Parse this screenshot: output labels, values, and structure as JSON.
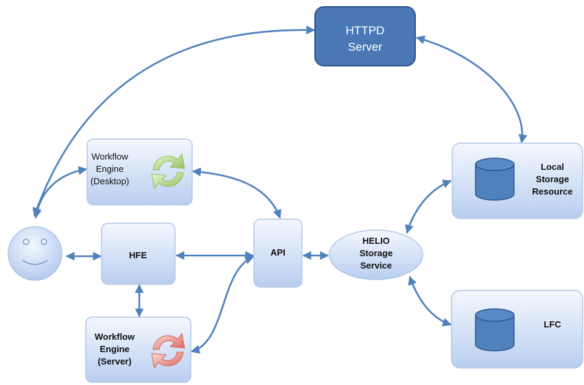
{
  "nodes": {
    "httpd": {
      "line1": "HTTPD",
      "line2": "Server"
    },
    "workflow_desktop": {
      "line1": "Workflow",
      "line2": "Engine",
      "line3": "(Desktop)"
    },
    "workflow_server": {
      "line1": "Workflow",
      "line2": "Engine",
      "line3": "(Server)"
    },
    "hfe": {
      "label": "HFE"
    },
    "api": {
      "label": "API"
    },
    "helio": {
      "line1": "HELIO",
      "line2": "Storage",
      "line3": "Service"
    },
    "local_storage": {
      "line1": "Local",
      "line2": "Storage",
      "line3": "Resource"
    },
    "lfc": {
      "label": "LFC"
    },
    "user": {
      "icon": "smiley-face-icon"
    }
  },
  "colors": {
    "connector": "#4f81bd",
    "box_light_top": "#f4f8fe",
    "box_light_bottom": "#b8cef0",
    "box_border": "#b3c6e7",
    "httpd_fill": "#4a78b4",
    "httpd_border": "#2e568d",
    "cylinder_fill": "#4f81bd",
    "cycle_green": "#9bc964",
    "cycle_red": "#e0766a"
  }
}
